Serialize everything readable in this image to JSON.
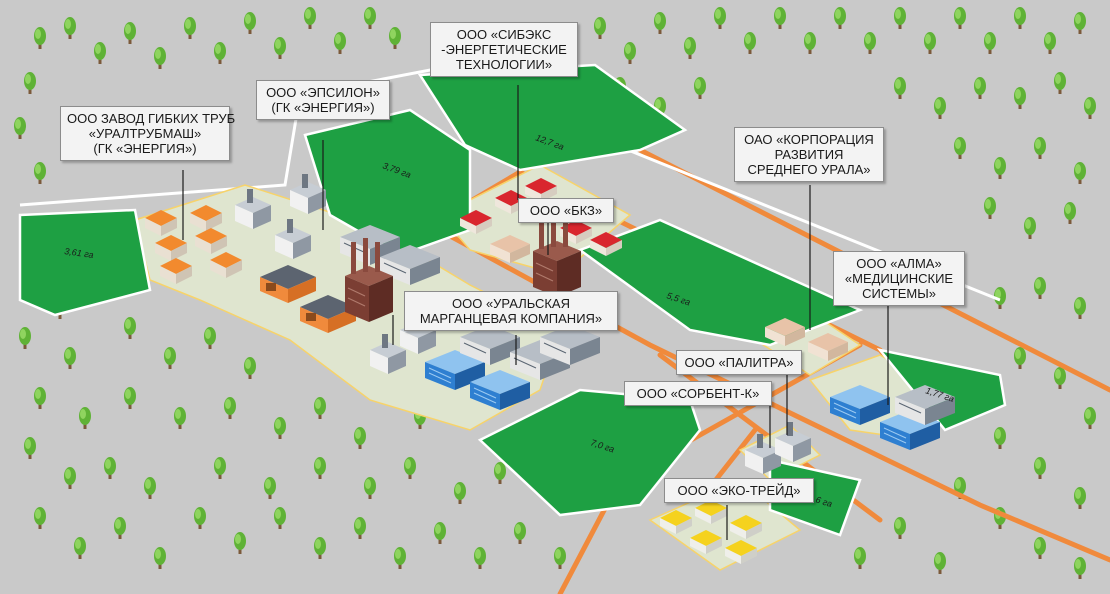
{
  "colors": {
    "background": "#c9c9c9",
    "plot_green": "#1ea043",
    "plot_border": "#ffffff",
    "road_orange": "#f08a3c",
    "industrial_ground": "#dfe5cf",
    "tree_green": "#5fb236",
    "tree_trunk": "#7b5a3a",
    "pointer_line": "#1a1a1a",
    "label_bg": "#f3f3f3"
  },
  "companies": [
    {
      "id": "uraltrubmash",
      "lines": [
        "ООО ЗАВОД ГИБКИХ ТРУБ",
        "«УРАЛТРУБМАШ»",
        "(ГК «ЭНЕРГИЯ»)"
      ]
    },
    {
      "id": "epsilon",
      "lines": [
        "ООО «ЭПСИЛОН»",
        "(ГК «ЭНЕРГИЯ»)"
      ]
    },
    {
      "id": "sibex",
      "lines": [
        "ООО «СИБЭКС",
        "-ЭНЕРГЕТИЧЕСКИЕ",
        "ТЕХНОЛОГИИ»"
      ]
    },
    {
      "id": "korporaciya",
      "lines": [
        "ОАО «КОРПОРАЦИЯ",
        "РАЗВИТИЯ",
        "СРЕДНЕГО УРАЛА»"
      ]
    },
    {
      "id": "bkz",
      "lines": [
        "ООО «БКЗ»"
      ]
    },
    {
      "id": "alma",
      "lines": [
        "ООО «АЛМА»",
        "«МЕДИЦИНСКИЕ",
        "СИСТЕМЫ»"
      ]
    },
    {
      "id": "umk",
      "lines": [
        "ООО «УРАЛЬСКАЯ",
        "МАРГАНЦЕВАЯ КОМПАНИЯ»"
      ]
    },
    {
      "id": "palitra",
      "lines": [
        "ООО «ПАЛИТРА»"
      ]
    },
    {
      "id": "sorbent",
      "lines": [
        "ООО «СОРБЕНТ-К»"
      ]
    },
    {
      "id": "eko",
      "lines": [
        "ООО «ЭКО-ТРЕЙД»"
      ]
    }
  ],
  "plots": [
    {
      "id": "p361",
      "area": "3,61 га"
    },
    {
      "id": "p379",
      "area": "3,79 га"
    },
    {
      "id": "p127",
      "area": "12,7 га"
    },
    {
      "id": "p55",
      "area": "5,5 га"
    },
    {
      "id": "p177",
      "area": "1,77 га"
    },
    {
      "id": "p70",
      "area": "7,0 га"
    },
    {
      "id": "p6",
      "area": "6 га"
    }
  ],
  "building_groups": [
    {
      "id": "orange-houses",
      "color": "#f28a2e"
    },
    {
      "id": "red-sheds",
      "color": "#d9262e"
    },
    {
      "id": "blue-hangars",
      "color": "#2e7fd1"
    },
    {
      "id": "grey-hangars",
      "color": "#7a8591"
    },
    {
      "id": "yellow-houses",
      "color": "#f5d21e"
    },
    {
      "id": "beige-houses",
      "color": "#e8c3a8"
    }
  ]
}
